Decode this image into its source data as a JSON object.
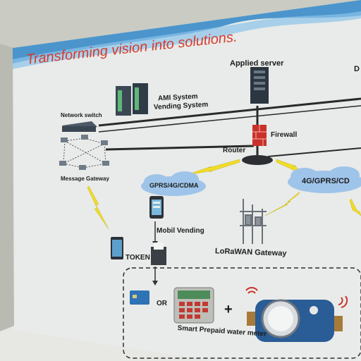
{
  "poster": {
    "headline": "Transforming vision into solutions.",
    "colors": {
      "headline": "#d63a2c",
      "wave": "#2f86c7",
      "board": "#e9ecea",
      "cloud": "#9fc4ea",
      "lightning": "#f0dc2a",
      "firewall": "#c93129"
    }
  },
  "nodes": {
    "applied_server": "Applied server",
    "partial_right_top": "D",
    "ami_line1": "AMI System",
    "ami_line2": "Vending System",
    "network_switch": "Network switch",
    "firewall": "Firewall",
    "router": "Router",
    "message_gateway": "Message Gateway",
    "cloud_left": "GPRS/4G/CDMA",
    "cloud_right": "4G/GPRS/CD",
    "mobil_vending": "Mobil Vending",
    "lorawan_gateway": "LoRaWAN Gateway",
    "token": "TOKEN",
    "or": "OR",
    "plus": "+",
    "smart_meter": "Smart Prepaid water meter"
  }
}
